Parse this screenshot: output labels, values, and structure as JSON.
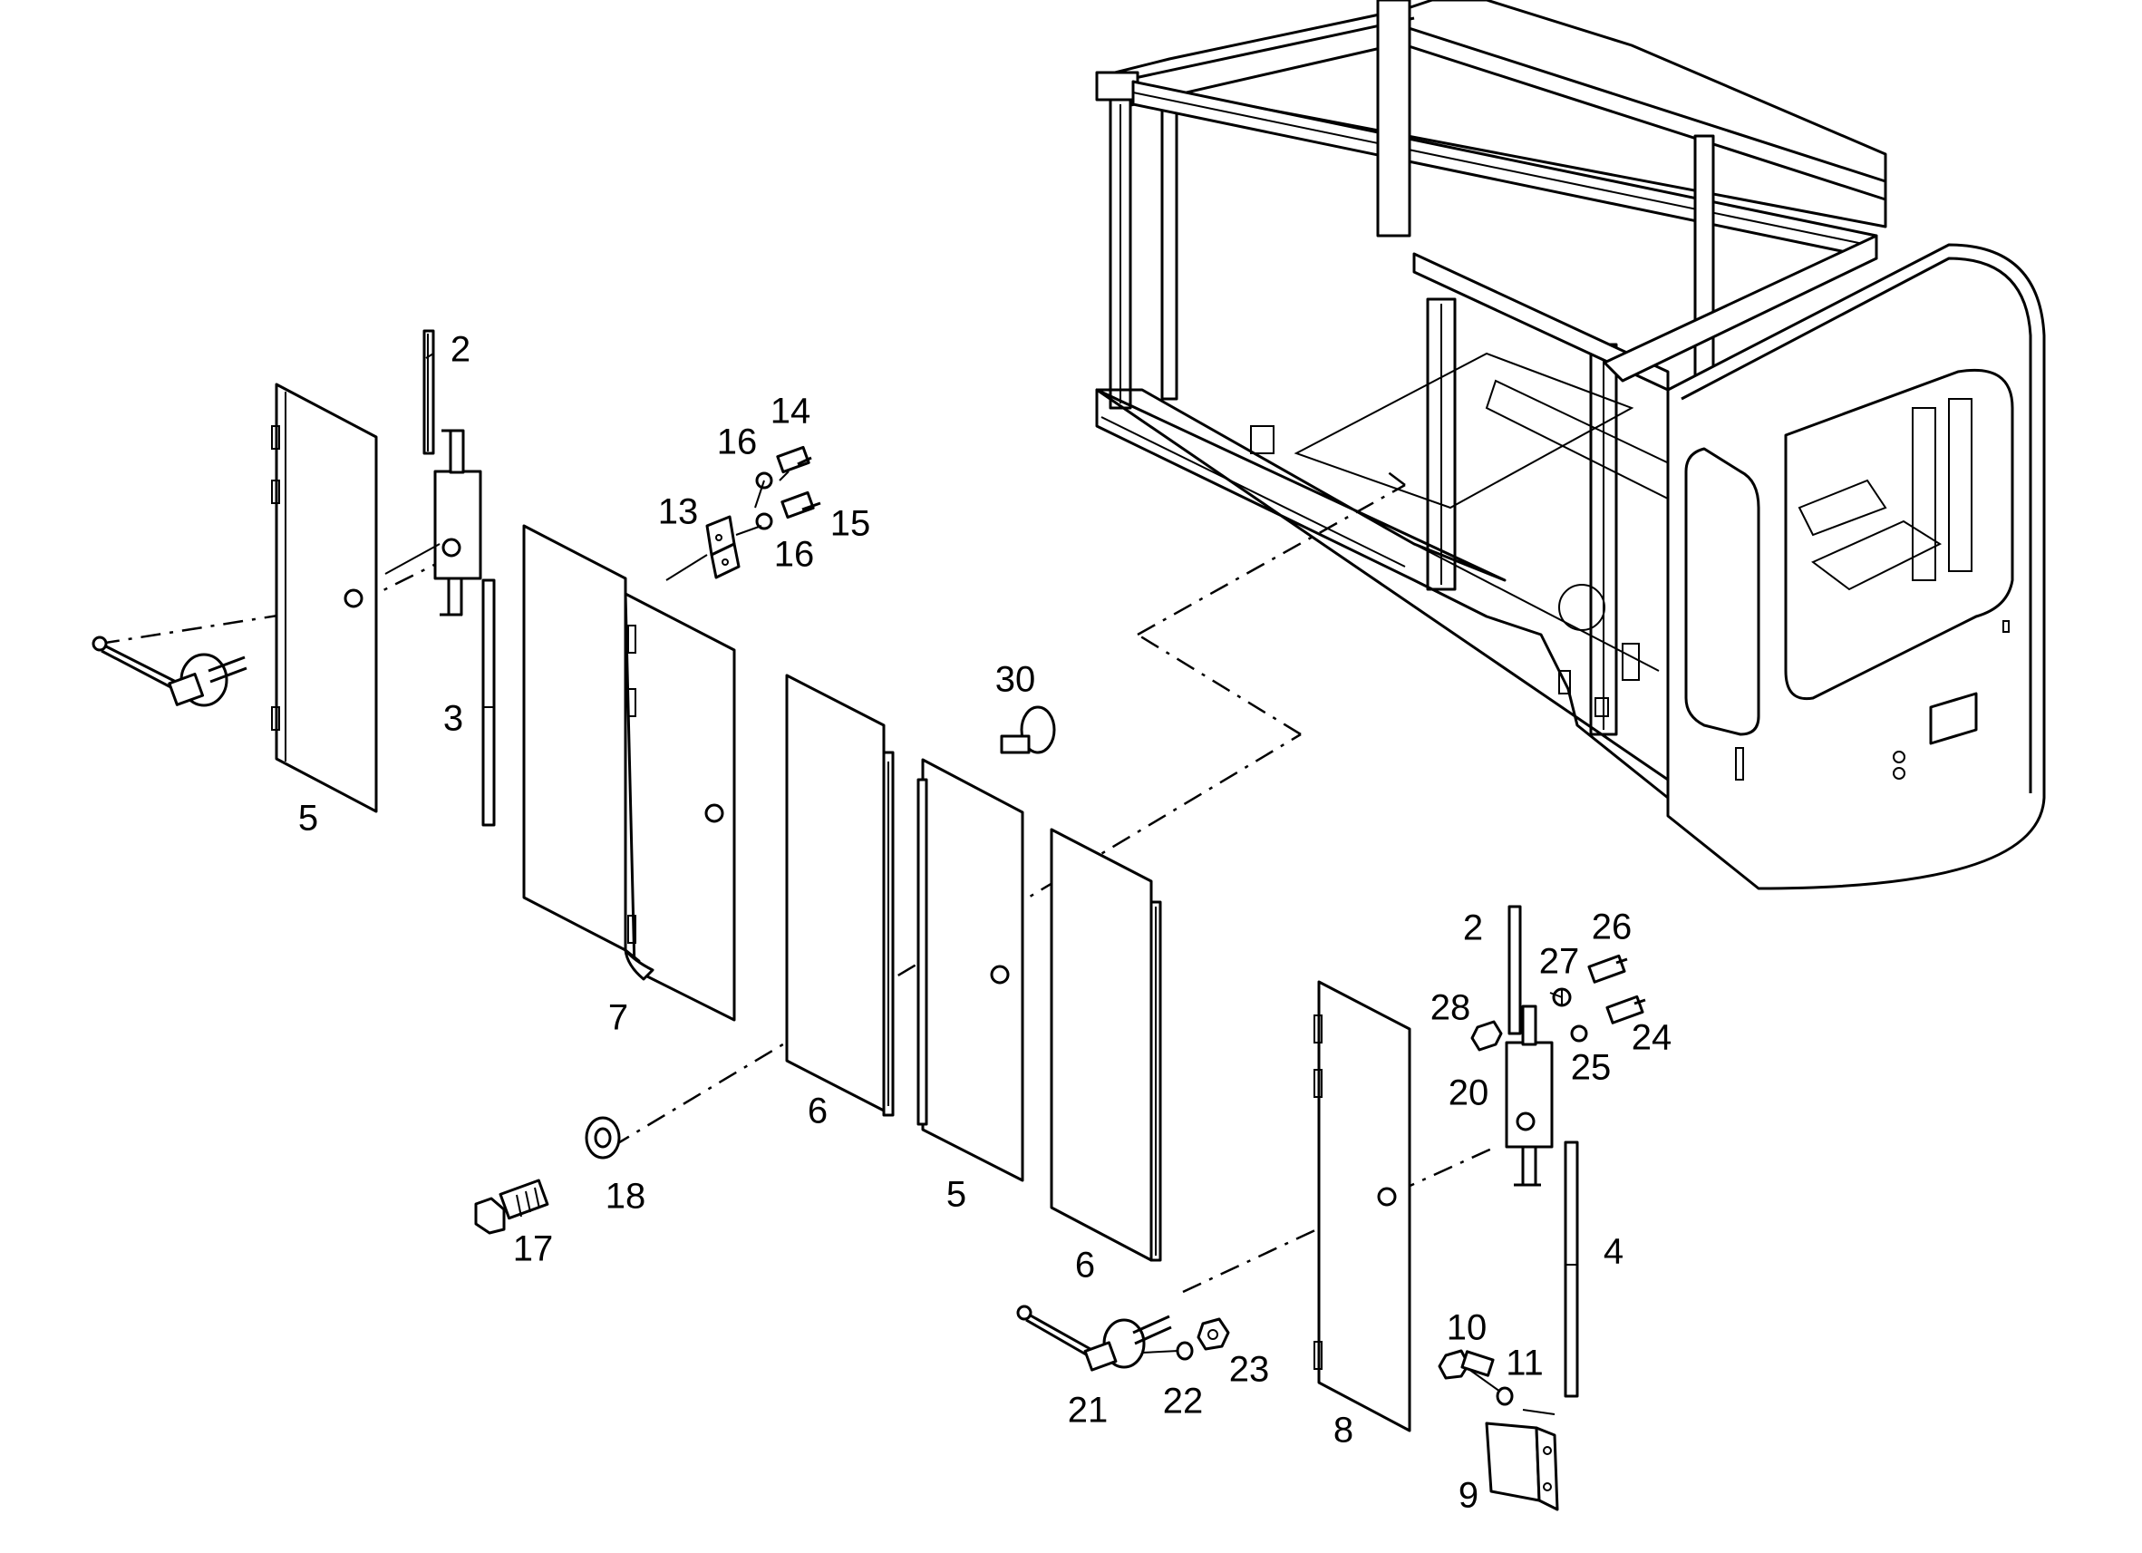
{
  "labels": {
    "l1": "2",
    "l2": "2",
    "l3": "3",
    "l4": "4",
    "l5": "5",
    "l6": "5",
    "l7": "6",
    "l8": "6",
    "l9": "7",
    "l10": "8",
    "l11": "9",
    "l12": "10",
    "l13": "11",
    "l14": "13",
    "l15": "14",
    "l16": "15",
    "l17": "16",
    "l18": "16",
    "l19": "17",
    "l20": "18",
    "l21": "20",
    "l22": "21",
    "l23": "22",
    "l24": "23",
    "l25": "24",
    "l26": "25",
    "l27": "26",
    "l28": "27",
    "l29": "28",
    "l30": "30"
  }
}
